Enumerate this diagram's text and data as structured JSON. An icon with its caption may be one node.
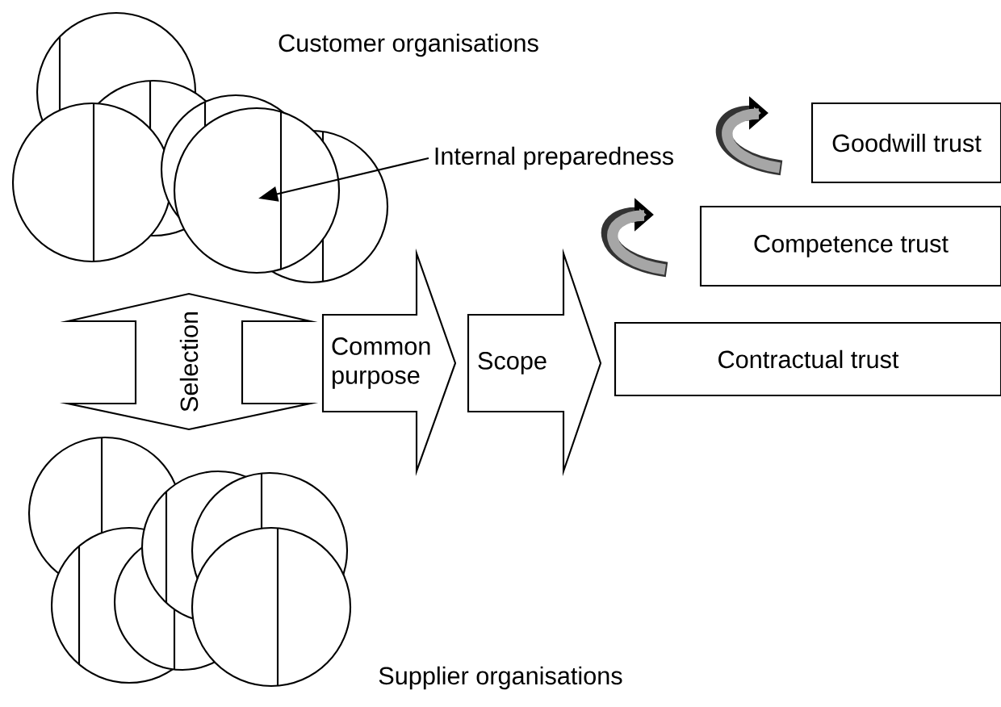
{
  "diagram": {
    "nodes": [
      {
        "text": [
          "Selection"
        ]
      },
      {
        "text": [
          "Common purpose"
        ]
      },
      {
        "text": [
          "Scope"
        ]
      },
      {
        "text": [
          "Contractual trust"
        ]
      },
      {
        "text": [
          "Competence trust"
        ]
      },
      {
        "text": [
          "Goodwill trust"
        ]
      },
      {
        "text": [
          "Internal preparedness"
        ]
      },
      {
        "text": [],
        "shape": "circle"
      }
    ],
    "edges": [
      {
        "from": 6,
        "to": 7,
        "arrow": "to"
      }
    ],
    "labels": [
      "Customer organisations",
      "Supplier organisations"
    ]
  }
}
